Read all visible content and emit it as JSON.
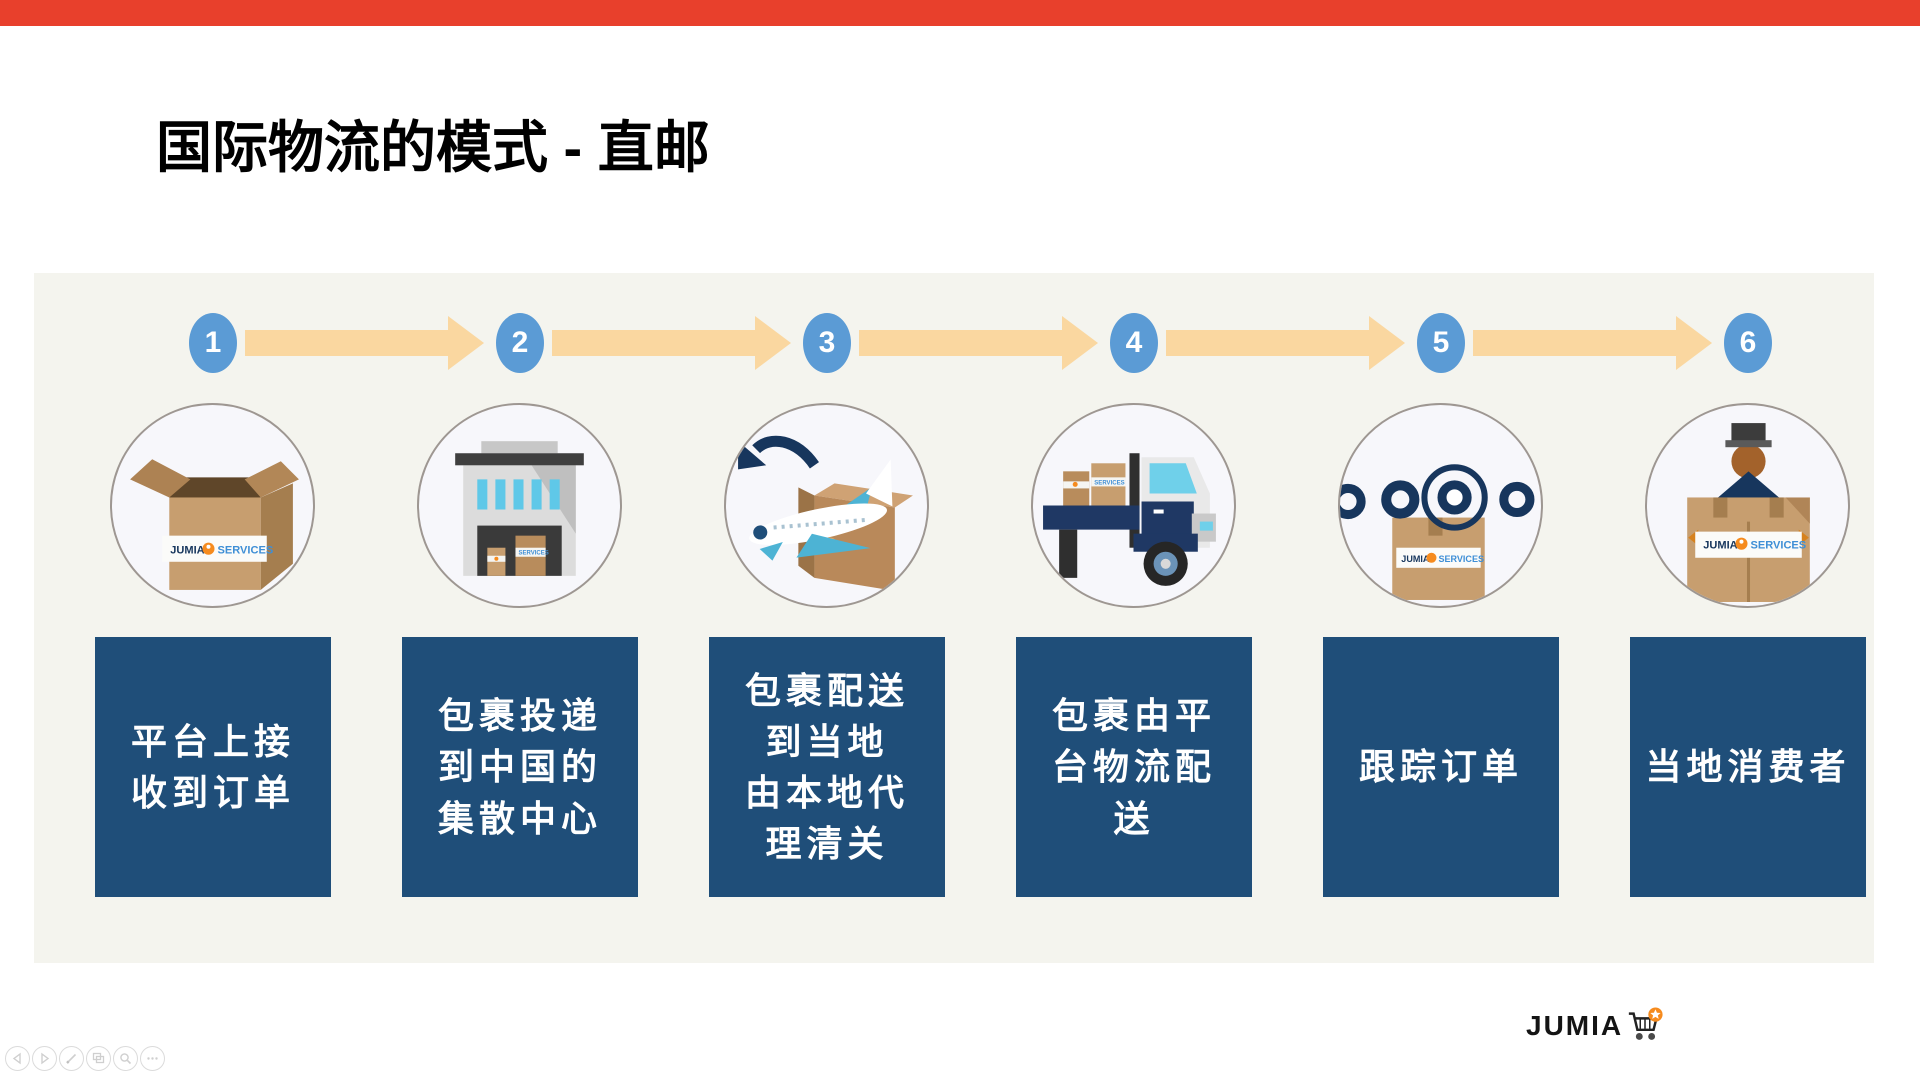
{
  "slide": {
    "title": "国际物流的模式 - 直邮"
  },
  "steps": [
    {
      "number": "1",
      "label": "平台上接\n收到订单",
      "icon": "open-box"
    },
    {
      "number": "2",
      "label": "包裹投递\n到中国的\n集散中心",
      "icon": "warehouse"
    },
    {
      "number": "3",
      "label": "包裹配送\n到当地\n由本地代\n理清关",
      "icon": "airplane-parcel"
    },
    {
      "number": "4",
      "label": "包裹由平\n台物流配\n送",
      "icon": "delivery-truck"
    },
    {
      "number": "5",
      "label": "跟踪订单",
      "icon": "parcel-tracking"
    },
    {
      "number": "6",
      "label": "当地消费者",
      "icon": "consumer-with-parcel"
    }
  ],
  "brand": {
    "jumia": "JUMIA",
    "services": "SERVICES",
    "footer_logo": "JUMIA"
  },
  "colors": {
    "accent_bar": "#E8402C",
    "step_circle_blue": "#5B9BD5",
    "arrow_orange": "#FAD7A0",
    "label_box_navy": "#1F4E79",
    "panel_background": "#F4F4EE",
    "brand_orange": "#F68B1E"
  },
  "controls": {
    "items": [
      "previous-slide",
      "next-slide",
      "pen",
      "see-all-slides",
      "zoom",
      "more-options"
    ]
  }
}
